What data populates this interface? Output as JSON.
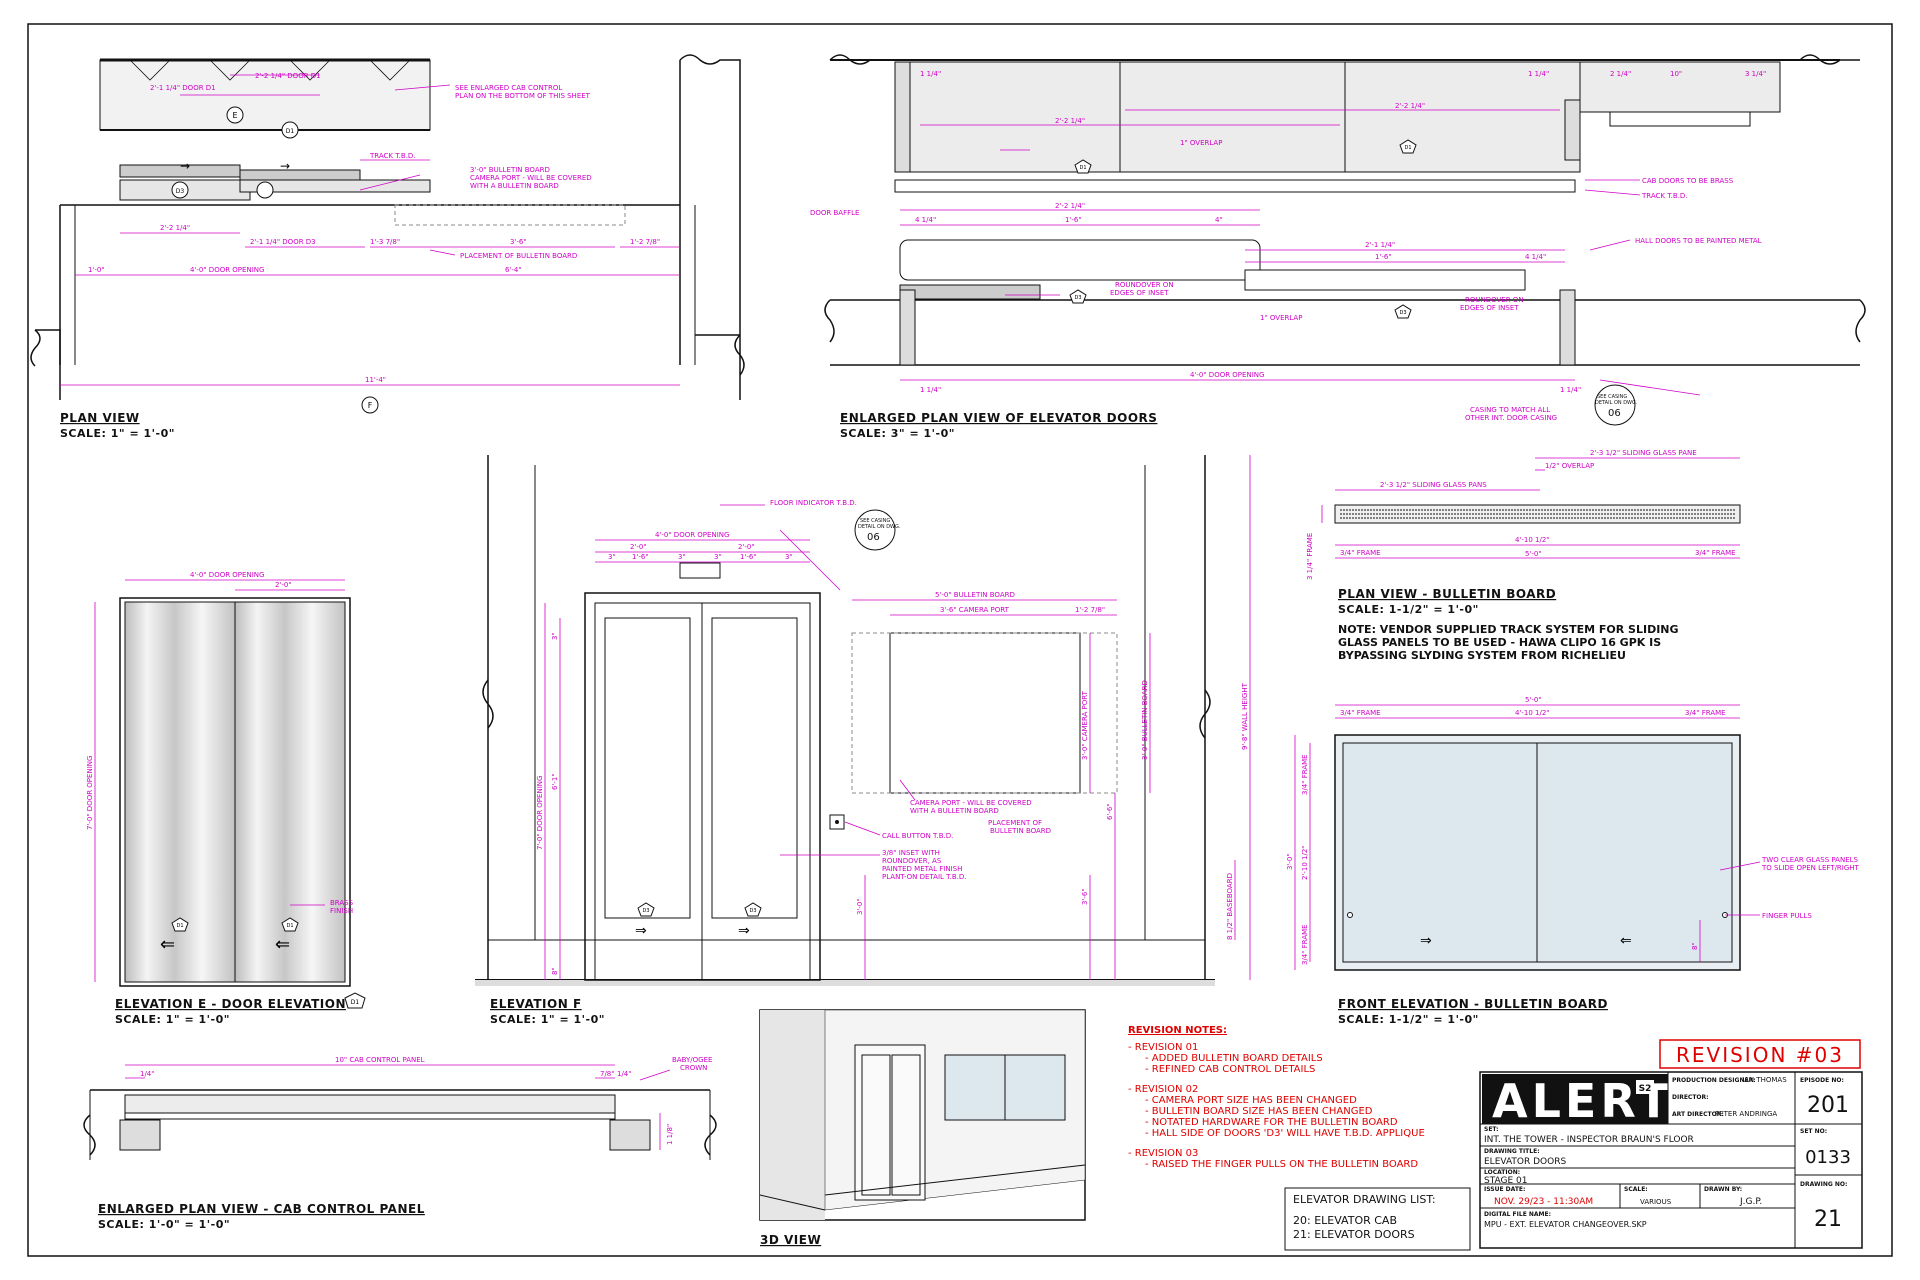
{
  "sheet": {
    "colors": {
      "ink": "#111111",
      "dimension": "#d000c8",
      "revision": "#e00000",
      "glass": "#dde8ee"
    }
  },
  "plan_view": {
    "title": "PLAN VIEW",
    "scale": "SCALE: 1\" = 1'-0\"",
    "labels": {
      "door_d1": "2'-1 1/4\" DOOR D1",
      "door_d1b": "2'-2 1/4\" DOOR D1",
      "see_enlarged": "SEE ENLARGED CAB CONTROL",
      "see_enlarged2": "PLAN ON THE BOTTOM OF THIS SHEET",
      "track": "TRACK T.B.D.",
      "bulletin_dim": "3'-0\" BULLETIN BOARD",
      "camera_port": "CAMERA PORT - WILL BE COVERED",
      "camera_port2": "WITH A BULLETIN BOARD",
      "dim_2_2": "2'-2 1/4\"",
      "dim_door_d3": "2'-1 1/4\" DOOR D3",
      "dim_1_3": "1'-3 7/8\"",
      "dim_3_6": "3'-6\"",
      "dim_1_2": "1'-2 7/8\"",
      "placement": "PLACEMENT OF BULLETIN BOARD",
      "dim_1_0": "1'-0\"",
      "door_opening": "4'-0\" DOOR OPENING",
      "dim_6_4": "6'-4\"",
      "dim_11_4": "11'-4\"",
      "tag_e": "E",
      "tag_f": "F",
      "tag_d1": "D1",
      "tag_d3": "D3"
    }
  },
  "enlarged_plan": {
    "title": "ENLARGED PLAN VIEW OF ELEVATOR DOORS",
    "scale": "SCALE: 3\" = 1'-0\"",
    "labels": {
      "d1": "1 1/4\"",
      "d2": "1 1/4\"",
      "d3": "2 1/4\"",
      "d4": "10\"",
      "d5": "3 1/4\"",
      "d6": "2'-2 1/4\"",
      "d7": "2'-2 1/4\"",
      "overlap": "1\" OVERLAP",
      "cab_doors": "CAB DOORS TO BE BRASS",
      "track": "TRACK T.B.D.",
      "door_baffle": "DOOR BAFFLE",
      "d8": "2'-2 1/4\"",
      "d9": "1'-6\"",
      "d10": "4 1/4\"",
      "d11": "4\"",
      "hall_doors": "HALL DOORS TO BE PAINTED METAL",
      "d12": "2'-1 1/4\"",
      "d13": "1'-6\"",
      "d14": "4 1/4\"",
      "roundover1": "ROUNDOVER ON",
      "roundover1b": "EDGES OF INSET",
      "roundover2": "ROUNDOVER ON",
      "roundover2b": "EDGES OF INSET",
      "overlap2": "1\" OVERLAP",
      "door_opening": "4'-0\" DOOR OPENING",
      "d15": "1 1/4\"",
      "d16": "1 1/4\"",
      "see_casing": "SEE CASING",
      "see_casing2": "DETAIL ON DWG.",
      "casing_num": "06",
      "casing_match": "CASING TO MATCH ALL",
      "casing_match2": "OTHER INT. DOOR CASING",
      "tag_d1": "D1",
      "tag_d3a": "D3",
      "tag_d3b": "D3",
      "tag_d1b": "D1"
    }
  },
  "plan_bulletin": {
    "title": "PLAN VIEW - BULLETIN BOARD",
    "scale": "SCALE: 1-1/2\" = 1'-0\"",
    "note": [
      "NOTE: VENDOR SUPPLIED TRACK SYSTEM FOR SLIDING",
      "GLASS PANELS TO BE USED - HAWA CLIPO 16 GPK IS",
      "BYPASSING SLYDING SYSTEM FROM RICHELIEU"
    ],
    "labels": {
      "glass1": "2'-3 1/2\" SLIDING GLASS PANS",
      "glass2": "2'-3 1/2\" SLIDING GLASS PANE",
      "overlap": "1/2\" OVERLAP",
      "frame1": "3/4\" FRAME",
      "inner": "4'-10 1/2\"",
      "frame2": "3/4\" FRAME",
      "total": "5'-0\"",
      "side": "3 1/4\" FRAME"
    }
  },
  "front_bulletin": {
    "title": "FRONT ELEVATION - BULLETIN BOARD",
    "scale": "SCALE: 1-1/2\" = 1'-0\"",
    "labels": {
      "total": "5'-0\"",
      "frame1": "3/4\" FRAME",
      "inner": "4'-10 1/2\"",
      "frame2": "3/4\" FRAME",
      "vframe1": "3/4\" FRAME",
      "vinner": "2'-10 1/2\"",
      "vtotal": "3'-0\"",
      "vframe2": "3/4\" FRAME",
      "two_panels": "TWO CLEAR GLASS PANELS",
      "two_panels2": "TO SLIDE OPEN LEFT/RIGHT",
      "finger": "FINGER PULLS",
      "pull_h": "8\""
    }
  },
  "elev_e": {
    "title": "ELEVATION E - DOOR ELEVATION",
    "tag": "D1",
    "scale": "SCALE: 1\" = 1'-0\"",
    "labels": {
      "door_opening": "4'-0\" DOOR OPENING",
      "d1": "2'-0\"",
      "v_opening": "7'-0\" DOOR OPENING",
      "brass": "BRASS",
      "brass2": "FINISH",
      "tag_d1a": "D1",
      "tag_d1b": "D1"
    }
  },
  "elev_f": {
    "title": "ELEVATION F",
    "scale": "SCALE: 1\" = 1'-0\"",
    "labels": {
      "floor_ind": "FLOOR INDICATOR T.B.D.",
      "door_opening": "4'-0\" DOOR OPENING",
      "d2": "2'-0\"",
      "d3": "2'-0\"",
      "d4": "3\"",
      "d5": "1'-6\"",
      "d6": "3\"",
      "d7": "3\"",
      "d8": "1'-6\"",
      "d9": "3\"",
      "see_casing": "SEE CASING",
      "see_casing2": "DETAIL ON DWG.",
      "casing_num": "06",
      "bulletin": "5'-0\" BULLETIN BOARD",
      "camera": "3'-6\" CAMERA PORT",
      "d10": "1'-2 7/8\"",
      "v_camera": "3'-0\" CAMERA PORT",
      "v_bulletin": "3'-0\" BULLETIN BOARD",
      "cam_note": "CAMERA PORT - WILL BE COVERED",
      "cam_note2": "WITH A BULLETIN BOARD",
      "placement": "PLACEMENT OF",
      "placement2": "BULLETIN BOARD",
      "call": "CALL BUTTON T.B.D.",
      "inset": "3/8\" INSET WITH",
      "inset2": "ROUNDOVER, AS",
      "inset3": "PAINTED METAL FINISH",
      "inset4": "PLANT-ON DETAIL T.B.D.",
      "v_door": "7'-0\" DOOR OPENING",
      "v_6_1": "6'-1\"",
      "v_3": "3\"",
      "v_wall": "9'-8\" WALL HEIGHT",
      "v_6_6": "6'-6\"",
      "v_3_6": "3'-6\"",
      "v_3_0": "3'-0\"",
      "v_8": "8\"",
      "baseboard": "8 1/2\" BASEBOARD",
      "tag_d3a": "D3",
      "tag_d3b": "D3"
    }
  },
  "cab_panel": {
    "title": "ENLARGED PLAN VIEW - CAB CONTROL PANEL",
    "scale": "SCALE: 1'-0\" = 1'-0\"",
    "labels": {
      "panel": "10\" CAB CONTROL PANEL",
      "d1": "1/4\"",
      "d2": "7/8\"",
      "d3": "1/4\"",
      "crown": "BABY/OGEE",
      "crown2": "CROWN",
      "v": "1 1/8\""
    }
  },
  "view3d": {
    "title": "3D VIEW"
  },
  "revisions": {
    "badge": "REVISION #03",
    "heading": "REVISION NOTES:",
    "lines": [
      "- REVISION 01",
      "   - ADDED BULLETIN BOARD DETAILS",
      "   - REFINED CAB CONTROL DETAILS",
      "- REVISION 02",
      "   - CAMERA PORT SIZE HAS BEEN CHANGED",
      "   - BULLETIN BOARD SIZE HAS BEEN CHANGED",
      "   - NOTATED HARDWARE FOR THE BULLETIN BOARD",
      "   - HALL SIDE OF DOORS 'D3' WILL HAVE T.B.D. APPLIQUE",
      "- REVISION 03",
      "   - RAISED THE FINGER PULLS ON THE BULLETIN BOARD"
    ]
  },
  "drawing_list": {
    "title": "ELEVATOR DRAWING LIST:",
    "items": [
      "20: ELEVATOR CAB",
      "21: ELEVATOR DOORS"
    ]
  },
  "title_block": {
    "logo": "ALERT",
    "logo_badge": "S2",
    "prod_designer_label": "PRODUCTION DESIGNER:",
    "prod_designer": "IAN THOMAS",
    "director_label": "DIRECTOR:",
    "art_director_label": "ART DIRECTOR:",
    "art_director": "PETER ANDRINGA",
    "set_label": "SET:",
    "set": "INT. THE TOWER - INSPECTOR BRAUN'S FLOOR",
    "drawing_title_label": "DRAWING TITLE:",
    "drawing_title": "ELEVATOR DOORS",
    "location_label": "LOCATION:",
    "location": "STAGE 01",
    "issue_label": "ISSUE DATE:",
    "issue": "NOV. 29/23 - 11:30AM",
    "scale_label": "SCALE:",
    "scale": "VARIOUS",
    "drawn_label": "DRAWN BY:",
    "drawn": "J.G.P.",
    "file_label": "DIGITAL FILE NAME:",
    "file": "MPU - EXT. ELEVATOR CHANGEOVER.SKP",
    "episode_label": "EPISODE NO:",
    "episode": "201",
    "setno_label": "SET NO:",
    "setno": "0133",
    "drawing_no_label": "DRAWING NO:",
    "drawing_no": "21"
  }
}
